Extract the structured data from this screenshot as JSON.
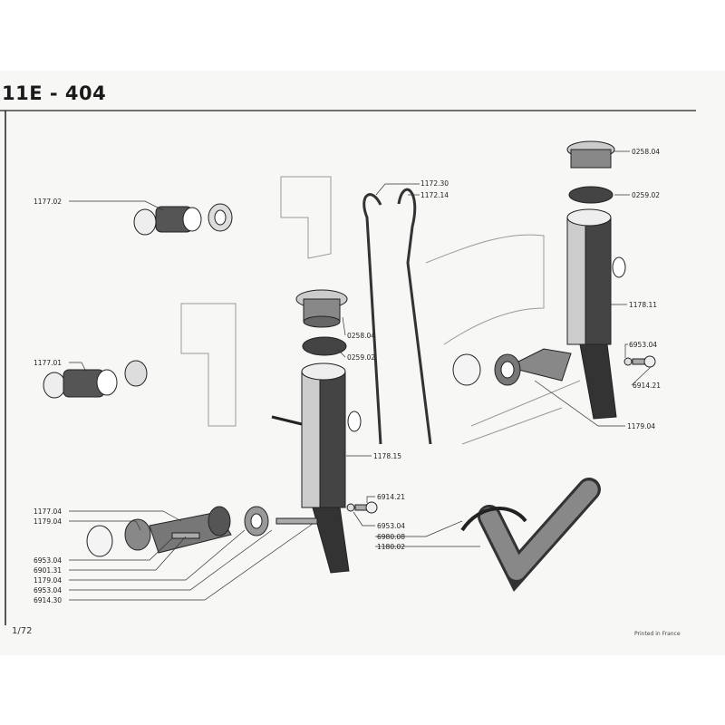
{
  "header": {
    "title": "11E - 404"
  },
  "footer": {
    "page": "1/72",
    "printed": "Printed in France"
  },
  "callouts": {
    "left": [
      "1177.02",
      "1177.01",
      "1177.04",
      "1179.04",
      "6953.04",
      "6901.31",
      "1179.04",
      "6953.04",
      "6914.30"
    ],
    "center": [
      "1172.30",
      "1172.14",
      "0258.04",
      "0259.02",
      "1178.15",
      "6914.21",
      "6953.04",
      "6980.08",
      "1180.02"
    ],
    "right": [
      "0258.04",
      "0259.02",
      "1178.11",
      "6953.04",
      "6914.21",
      "1179.04"
    ]
  }
}
